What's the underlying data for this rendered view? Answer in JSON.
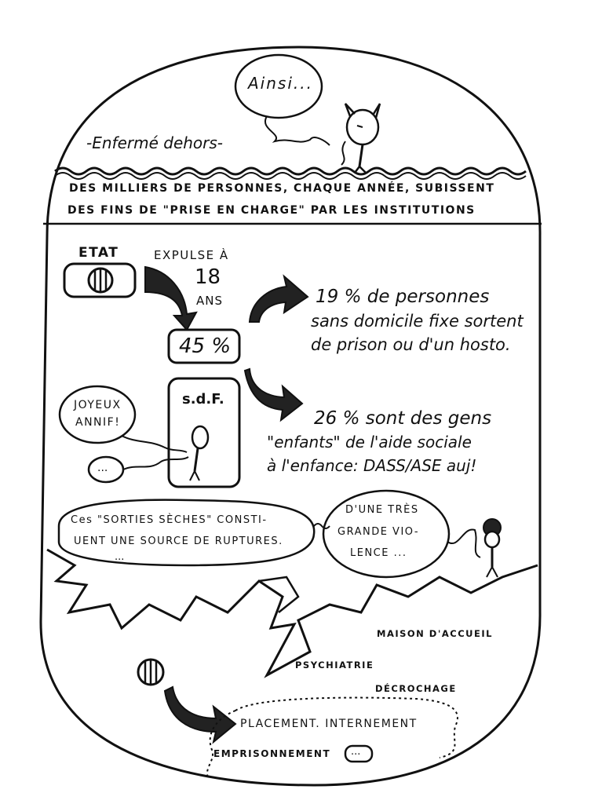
{
  "title": {
    "subtitle": "-Enfermé dehors-",
    "speech": "Ainsi..."
  },
  "banner": {
    "line1": "DES MILLIERS DE PERSONNES, CHAQUE ANNÉE, SUBISSENT",
    "line2": "DES FINS DE \"PRISE EN CHARGE\" PAR LES INSTITUTIONS"
  },
  "state_box": {
    "label": "ETAT",
    "expulse_line1": "EXPULSE À",
    "expulse_line2": "18",
    "expulse_line3": "ANS",
    "percent": "45 %",
    "sdf_label": "s.d.F."
  },
  "stat1": {
    "line1": "19 % de personnes",
    "line2": "sans domicile fixe sortent",
    "line3": "de prison ou d'un hosto."
  },
  "stat2": {
    "line1": "26 % sont des gens",
    "line2": "\"enfants\" de l'aide sociale",
    "line3": "à l'enfance: DASS/ASE auj!"
  },
  "bubbles": {
    "joyeux_line1": "JOYEUX",
    "joyeux_line2": "ANNIF!",
    "ellipsis": "...",
    "sorties_line1": "Ces \"SORTIES SÈCHES\" CONSTI-",
    "sorties_line2": "UENT UNE SOURCE DE RUPTURES.",
    "sorties_line3": "...",
    "violence_line1": "D'UNE TRÈS",
    "violence_line2": "GRANDE VIO-",
    "violence_line3": "LENCE ..."
  },
  "bottom": {
    "maison": "MAISON D'ACCUEIL",
    "psychiatrie": "PSYCHIATRIE",
    "decrochage": "DÉCROCHAGE",
    "placement": "PLACEMENT. INTERNEMENT",
    "emprisonnement": "EMPRISONNEMENT",
    "end_ellipsis": "..."
  }
}
